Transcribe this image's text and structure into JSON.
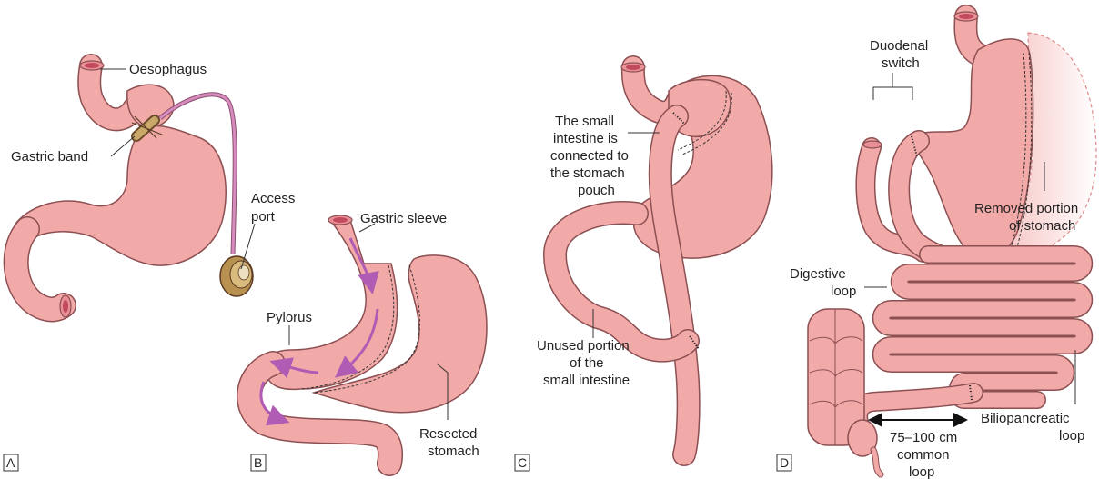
{
  "panels": {
    "a": {
      "letter": "A",
      "labels": {
        "oesophagus": "Oesophagus",
        "gastric_band": "Gastric band",
        "access_port": [
          "Access",
          "port"
        ]
      }
    },
    "b": {
      "letter": "B",
      "labels": {
        "gastric_sleeve": "Gastric sleeve",
        "pylorus": "Pylorus",
        "resected_stomach": [
          "Resected",
          "stomach"
        ]
      }
    },
    "c": {
      "letter": "C",
      "labels": {
        "small_intestine_connected": [
          "The small",
          "intestine is",
          "connected to",
          "the stomach",
          "pouch"
        ],
        "unused_portion": [
          "Unused portion",
          "of the",
          "small intestine"
        ]
      }
    },
    "d": {
      "letter": "D",
      "labels": {
        "duodenal_switch": [
          "Duodenal",
          "switch"
        ],
        "removed_portion": [
          "Removed portion",
          "of stomach"
        ],
        "digestive_loop": [
          "Digestive",
          "loop"
        ],
        "biliopancreatic_loop": [
          "Biliopancreatic",
          "loop"
        ],
        "common_loop": [
          "75–100 cm",
          "common",
          "loop"
        ]
      }
    }
  },
  "colors": {
    "tissue": "#f2aaa8",
    "tissue_outline": "#8c4f52",
    "tube_pink": "#d68bbf",
    "port_gold": "#c9a86a",
    "flow_arrow": "#b05cb5",
    "removed_stomach": "#fbe3e3"
  }
}
